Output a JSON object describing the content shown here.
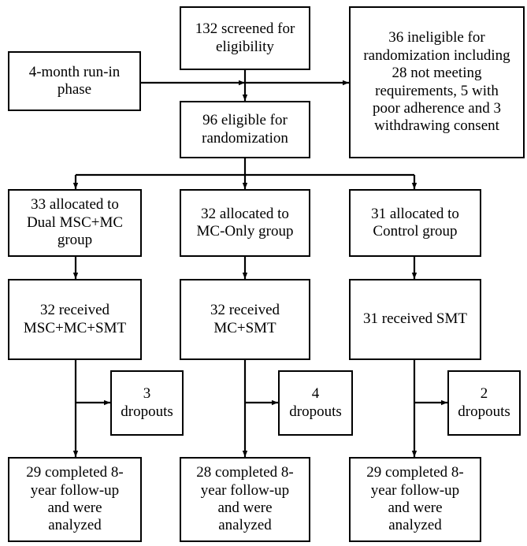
{
  "diagram": {
    "type": "consort-flow-diagram",
    "title": "",
    "stroke_color": "#000000",
    "background_color": "#ffffff",
    "nodes": {
      "runin": {
        "label": "4-month run-in\nphase"
      },
      "screened": {
        "label": "132 screened for\neligibility"
      },
      "ineligible": {
        "label": "36 ineligible for\nrandomization including\n28 not meeting\nrequirements, 5 with\npoor adherence and 3\nwithdrawing consent"
      },
      "eligible": {
        "label": "96 eligible for\nrandomization"
      },
      "alloc_a": {
        "label": "33 allocated to\nDual MSC+MC\ngroup"
      },
      "alloc_b": {
        "label": "32 allocated to\nMC-Only group"
      },
      "alloc_c": {
        "label": "31 allocated to\nControl group"
      },
      "recv_a": {
        "label": "32 received\nMSC+MC+SMT"
      },
      "recv_b": {
        "label": "32 received\nMC+SMT"
      },
      "recv_c": {
        "label": "31 received SMT"
      },
      "drop_a": {
        "label": "3\ndropouts"
      },
      "drop_b": {
        "label": "4\ndropouts"
      },
      "drop_c": {
        "label": "2\ndropouts"
      },
      "final_a": {
        "label": "29 completed 8-\nyear follow-up\nand were\nanalyzed"
      },
      "final_b": {
        "label": "28 completed 8-\nyear follow-up\nand were\nanalyzed"
      },
      "final_c": {
        "label": "29 completed 8-\nyear follow-up\nand were\nanalyzed"
      }
    }
  }
}
